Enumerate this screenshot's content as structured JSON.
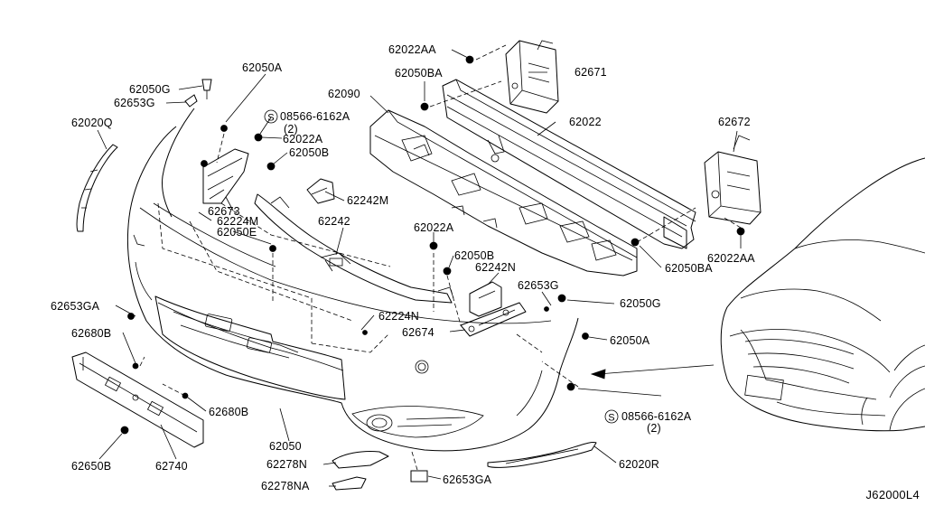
{
  "diagram": {
    "code": "J62000L4",
    "callouts": [
      {
        "id": "c1",
        "text": "62022AA"
      },
      {
        "id": "c2",
        "text": "62671"
      },
      {
        "id": "c3",
        "text": "62050BA"
      },
      {
        "id": "c4",
        "text": "62090"
      },
      {
        "id": "c5",
        "text": "62022"
      },
      {
        "id": "c6",
        "text": "62050A"
      },
      {
        "id": "c7",
        "text": "62050G"
      },
      {
        "id": "c8",
        "text": "62653G"
      },
      {
        "id": "c9",
        "text": "62020Q"
      },
      {
        "id": "c10",
        "text": "08566-6162A"
      },
      {
        "id": "c11",
        "text": "(2)"
      },
      {
        "id": "c12",
        "text": "62022A"
      },
      {
        "id": "c13",
        "text": "62050B"
      },
      {
        "id": "c14",
        "text": "62242M"
      },
      {
        "id": "c15",
        "text": "62672"
      },
      {
        "id": "c16",
        "text": "62673"
      },
      {
        "id": "c17",
        "text": "62224M"
      },
      {
        "id": "c18",
        "text": "62050E"
      },
      {
        "id": "c19",
        "text": "62242"
      },
      {
        "id": "c20",
        "text": "62022A"
      },
      {
        "id": "c21",
        "text": "62050B"
      },
      {
        "id": "c22",
        "text": "62242N"
      },
      {
        "id": "c23",
        "text": "62653G"
      },
      {
        "id": "c24",
        "text": "62050BA"
      },
      {
        "id": "c25",
        "text": "62022AA"
      },
      {
        "id": "c26",
        "text": "62050G"
      },
      {
        "id": "c27",
        "text": "62653GA"
      },
      {
        "id": "c28",
        "text": "62224N"
      },
      {
        "id": "c29",
        "text": "62674"
      },
      {
        "id": "c30",
        "text": "62050A"
      },
      {
        "id": "c31",
        "text": "62680B"
      },
      {
        "id": "c32",
        "text": "62680B"
      },
      {
        "id": "c33",
        "text": "08566-6162A"
      },
      {
        "id": "c34",
        "text": "(2)"
      },
      {
        "id": "c35",
        "text": "62050"
      },
      {
        "id": "c36",
        "text": "62650B"
      },
      {
        "id": "c37",
        "text": "62740"
      },
      {
        "id": "c38",
        "text": "62278N"
      },
      {
        "id": "c39",
        "text": "62278NA"
      },
      {
        "id": "c40",
        "text": "62653GA"
      },
      {
        "id": "c41",
        "text": "62020R"
      }
    ],
    "bolt_symbol": "S"
  }
}
